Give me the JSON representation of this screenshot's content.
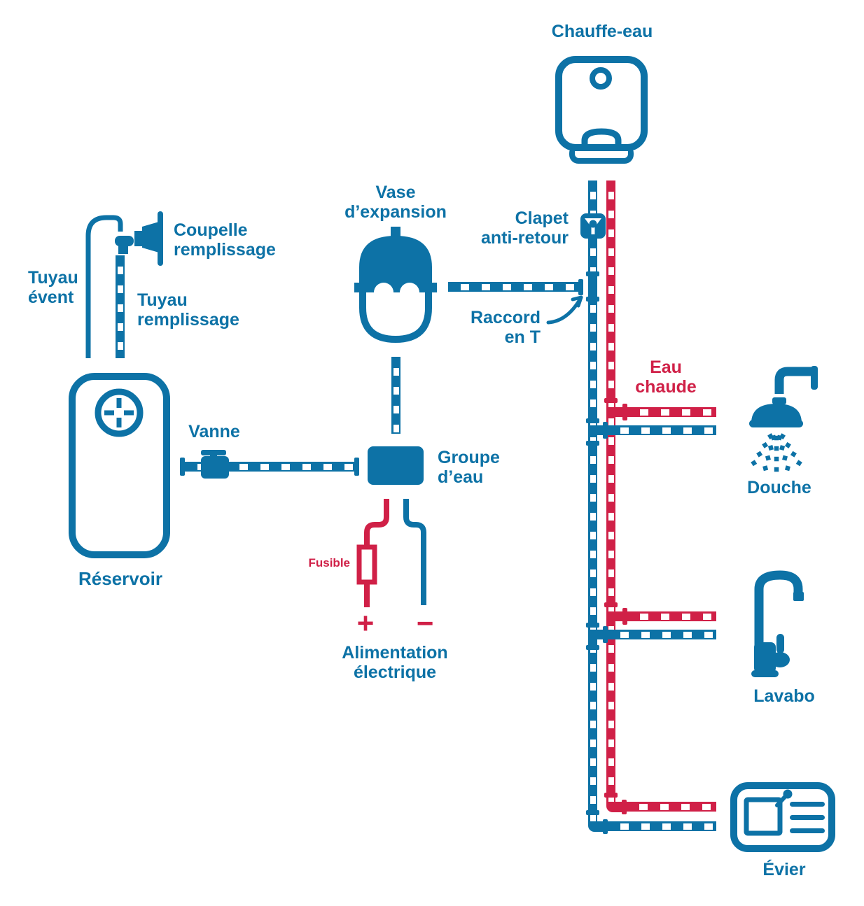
{
  "colors": {
    "blue": "#0d72a6",
    "red": "#d02047"
  },
  "labels": {
    "chauffe_eau": "Chauffe-eau",
    "vase_expansion": [
      "Vase",
      "d’expansion"
    ],
    "clapet": [
      "Clapet",
      "anti-retour"
    ],
    "raccord_t": [
      "Raccord",
      "en T"
    ],
    "eau_chaude": [
      "Eau",
      "chaude"
    ],
    "douche": "Douche",
    "lavabo": "Lavabo",
    "evier": "Évier",
    "coupelle": [
      "Coupelle",
      "remplissage"
    ],
    "tuyau_event": [
      "Tuyau",
      "évent"
    ],
    "tuyau_remplissage": [
      "Tuyau",
      "remplissage"
    ],
    "reservoir": "Réservoir",
    "vanne": "Vanne",
    "groupe_eau": [
      "Groupe",
      "d’eau"
    ],
    "fusible": "Fusible",
    "alimentation": [
      "Alimentation",
      "électrique"
    ],
    "plus_symbol": "+",
    "minus_symbol": "−"
  },
  "icons": {
    "chauffe_eau": "water-heater",
    "vase_expansion": "expansion-vessel",
    "clapet": "check-valve",
    "raccord": "tee-fitting-arrow",
    "douche": "shower-head",
    "lavabo": "faucet",
    "evier": "kitchen-sink",
    "reservoir": "tank",
    "vanne": "valve",
    "coupelle": "filling-cup",
    "groupe_eau": "water-group",
    "fusible": "fuse",
    "alimentation": "power-supply"
  }
}
